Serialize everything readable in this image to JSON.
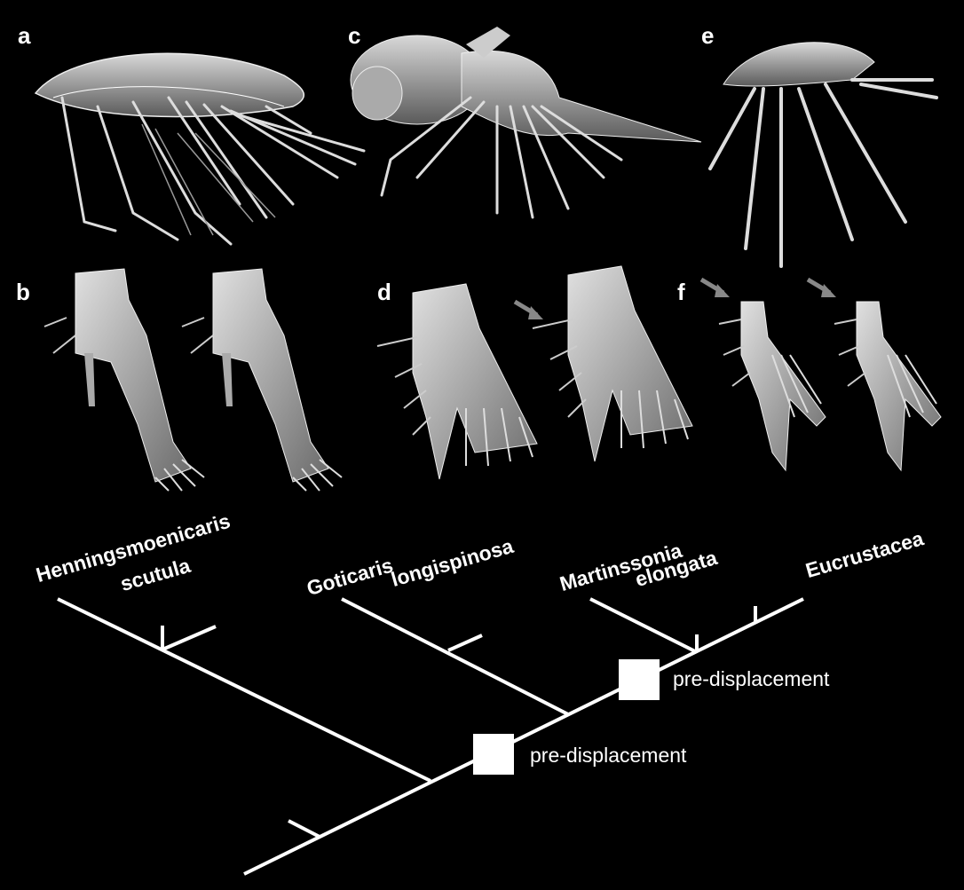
{
  "panels": [
    "a",
    "b",
    "c",
    "d",
    "e",
    "f"
  ],
  "taxa": {
    "t1_line1": "Henningsmoenicaris",
    "t1_line2": "scutula",
    "t2_line1": "Goticaris",
    "t2_line2": "longispinosa",
    "t3_line1": "Martinssonia",
    "t3_line2": "elongata",
    "t4": "Eucrustacea"
  },
  "events": {
    "lower": "pre-displacement",
    "upper": "pre-displacement"
  }
}
